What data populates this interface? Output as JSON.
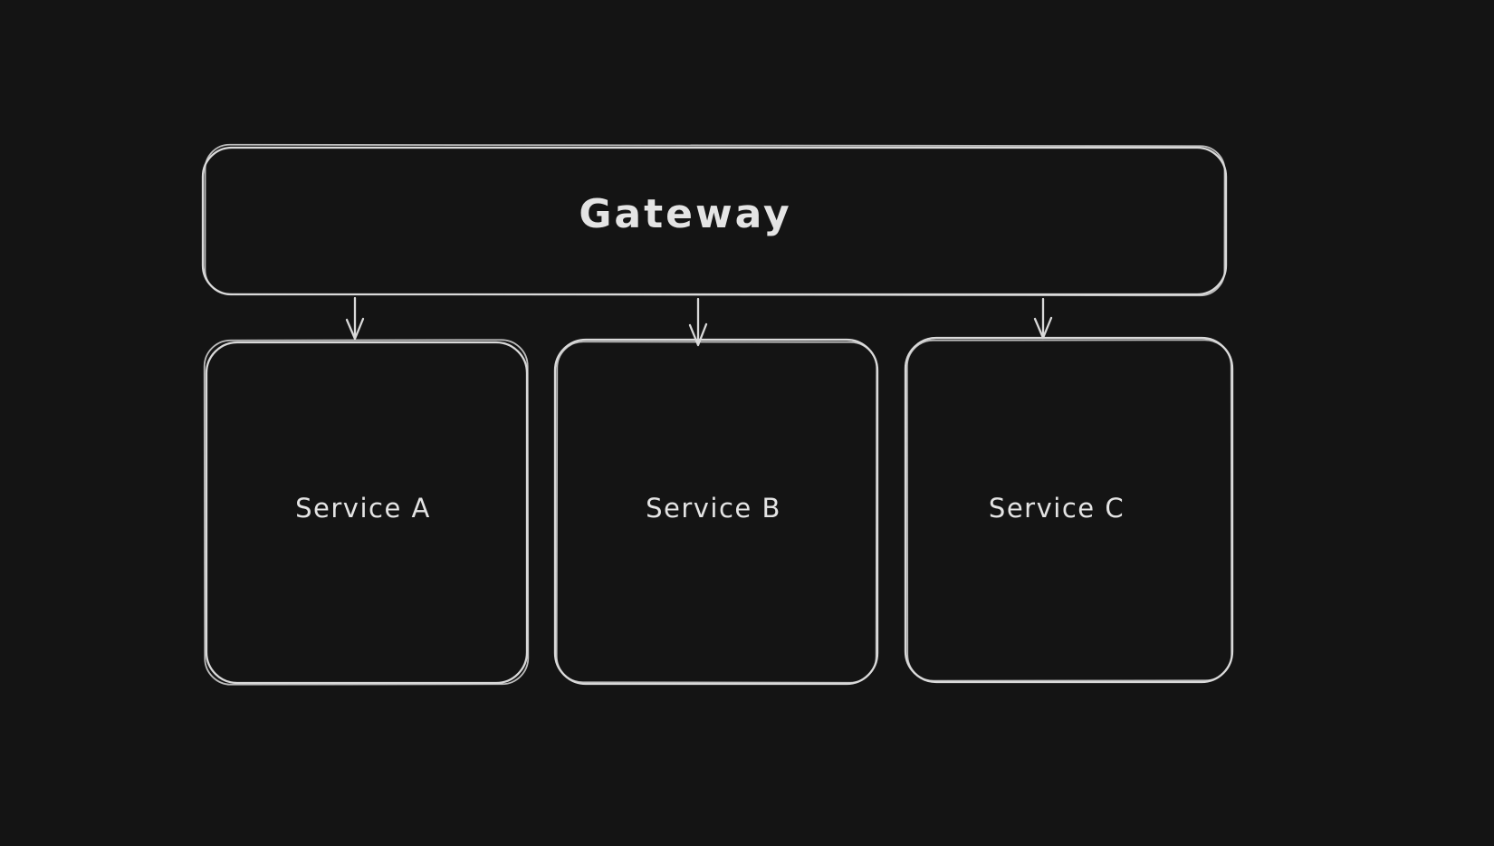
{
  "canvas": {
    "background": "#141414",
    "stroke_color": "#d9d9d9",
    "text_color": "#e4e4e4"
  },
  "diagram": {
    "type": "architecture-flowchart",
    "nodes": [
      {
        "id": "gateway",
        "label": "Gateway",
        "shape": "rounded-rectangle"
      },
      {
        "id": "service-a",
        "label": "Service A",
        "shape": "rounded-rectangle"
      },
      {
        "id": "service-b",
        "label": "Service B",
        "shape": "rounded-rectangle"
      },
      {
        "id": "service-c",
        "label": "Service C",
        "shape": "rounded-rectangle"
      }
    ],
    "edges": [
      {
        "from": "gateway",
        "to": "service-a",
        "style": "arrow-down"
      },
      {
        "from": "gateway",
        "to": "service-b",
        "style": "arrow-down"
      },
      {
        "from": "gateway",
        "to": "service-c",
        "style": "arrow-down"
      }
    ]
  }
}
